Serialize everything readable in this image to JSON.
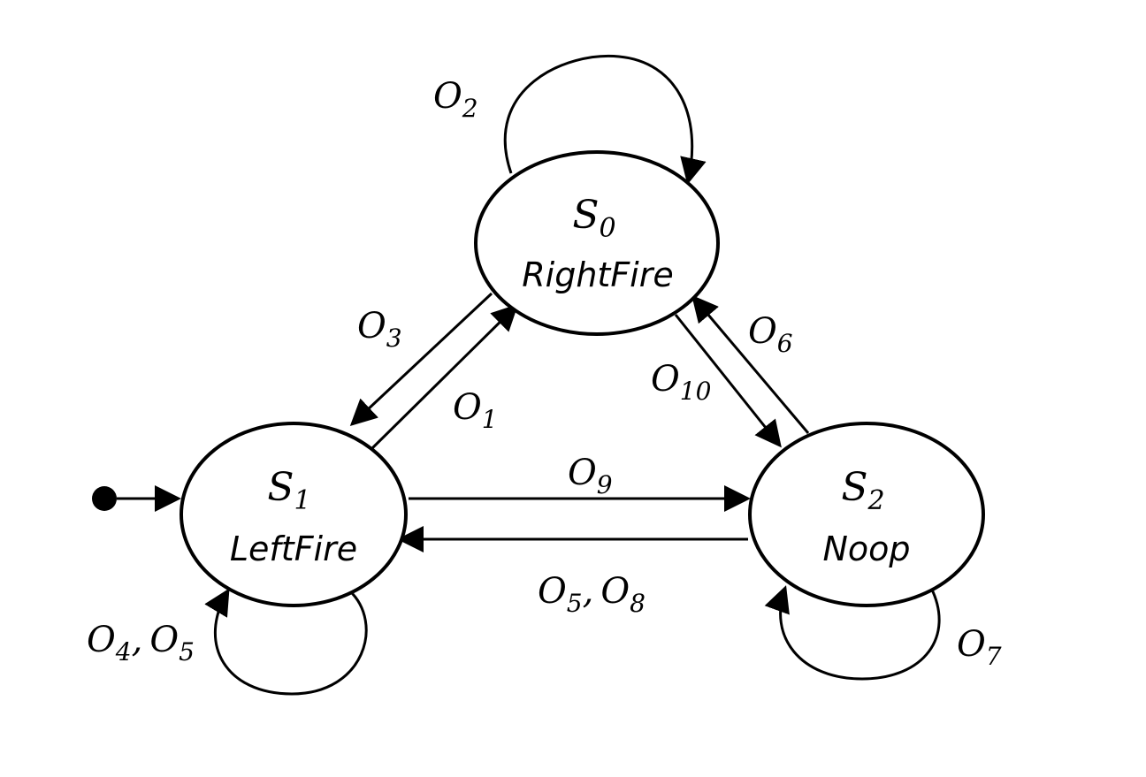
{
  "states": {
    "s0": {
      "symbol": "S",
      "index": "0",
      "action": "RightFire"
    },
    "s1": {
      "symbol": "S",
      "index": "1",
      "action": "LeftFire"
    },
    "s2": {
      "symbol": "S",
      "index": "2",
      "action": "Noop"
    }
  },
  "initial_state": "s1",
  "transitions": [
    {
      "from": "s0",
      "to": "s0",
      "label": [
        {
          "sym": "O",
          "sub": "2"
        }
      ]
    },
    {
      "from": "s0",
      "to": "s1",
      "label": [
        {
          "sym": "O",
          "sub": "3"
        }
      ]
    },
    {
      "from": "s1",
      "to": "s0",
      "label": [
        {
          "sym": "O",
          "sub": "1"
        }
      ]
    },
    {
      "from": "s0",
      "to": "s2",
      "label": [
        {
          "sym": "O",
          "sub": "10"
        }
      ]
    },
    {
      "from": "s2",
      "to": "s0",
      "label": [
        {
          "sym": "O",
          "sub": "6"
        }
      ]
    },
    {
      "from": "s1",
      "to": "s2",
      "label": [
        {
          "sym": "O",
          "sub": "9"
        }
      ]
    },
    {
      "from": "s2",
      "to": "s1",
      "label": [
        {
          "sym": "O",
          "sub": "5"
        },
        {
          "sym": "O",
          "sub": "8"
        }
      ]
    },
    {
      "from": "s1",
      "to": "s1",
      "label": [
        {
          "sym": "O",
          "sub": "4"
        },
        {
          "sym": "O",
          "sub": "5"
        }
      ]
    },
    {
      "from": "s2",
      "to": "s2",
      "label": [
        {
          "sym": "O",
          "sub": "7"
        }
      ]
    }
  ],
  "label_separator": ","
}
